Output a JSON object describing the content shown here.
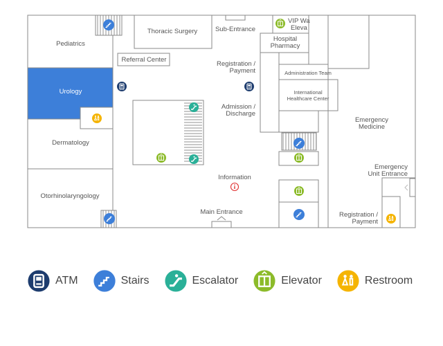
{
  "map": {
    "rooms": {
      "pediatrics": "Pediatrics",
      "urology": "Urology",
      "dermatology": "Dermatology",
      "otorhinolaryngology": "Otorhinolaryngology",
      "thoracic_surgery": "Thoracic Surgery",
      "referral_center": "Referral Center",
      "hospital_pharmacy_1": "Hospital",
      "hospital_pharmacy_2": "Pharmacy",
      "administration_team": "Administration Team",
      "international_1": "International",
      "international_2": "Healthcare Center",
      "emergency_medicine_1": "Emergency",
      "emergency_medicine_2": "Medicine"
    },
    "labels": {
      "sub_entrance": "Sub-Entrance",
      "vip_1": "VIP Wa",
      "vip_2": "Eleva",
      "registration_payment_1": "Registration /",
      "registration_payment_2": "Payment",
      "admission_discharge_1": "Admission /",
      "admission_discharge_2": "Discharge",
      "information": "Information",
      "main_entrance": "Main Entrance",
      "emergency_entrance_1": "Emergency",
      "emergency_entrance_2": "Unit Entrance",
      "er_registration_1": "Registration /",
      "er_registration_2": "Payment"
    },
    "highlighted_room": "Urology",
    "highlight_color": "#3d7fd9"
  },
  "legend": {
    "items": [
      {
        "label": "ATM",
        "icon": "atm-icon",
        "color": "#1d3c6e"
      },
      {
        "label": "Stairs",
        "icon": "stairs-icon",
        "color": "#3d7fd9"
      },
      {
        "label": "Escalator",
        "icon": "escalator-icon",
        "color": "#2ab098"
      },
      {
        "label": "Elevator",
        "icon": "elevator-icon",
        "color": "#8cbb2a"
      },
      {
        "label": "Restroom",
        "icon": "restroom-icon",
        "color": "#f5b400"
      }
    ]
  }
}
